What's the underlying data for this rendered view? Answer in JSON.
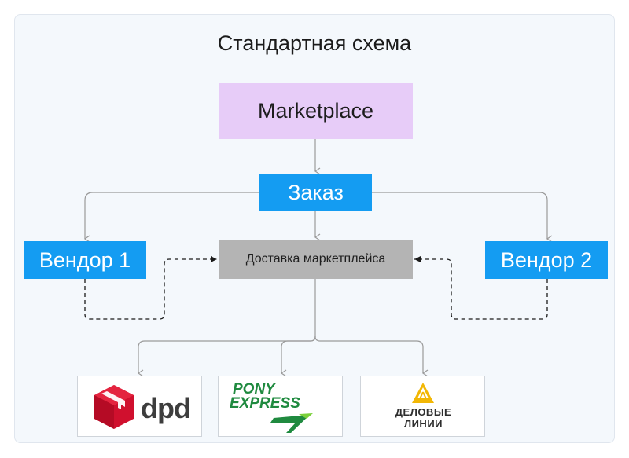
{
  "title": "Стандартная схема",
  "nodes": {
    "marketplace": "Marketplace",
    "order": "Заказ",
    "vendor1": "Вендор 1",
    "vendor2": "Вендор 2",
    "delivery": "Доставка маркетплейса"
  },
  "carriers": {
    "dpd": "dpd",
    "pony_line1": "PONY",
    "pony_line2": "EXPRESS",
    "dl_line1": "ДЕЛОВЫЕ",
    "dl_line2": "ЛИНИИ"
  },
  "colors": {
    "marketplace": "#e7ccf8",
    "blue": "#149cf2",
    "delivery": "#b4b4b4",
    "dpd_red": "#d0102e",
    "pony_green": "#1f8a3f",
    "dl_yellow": "#f2b705"
  }
}
